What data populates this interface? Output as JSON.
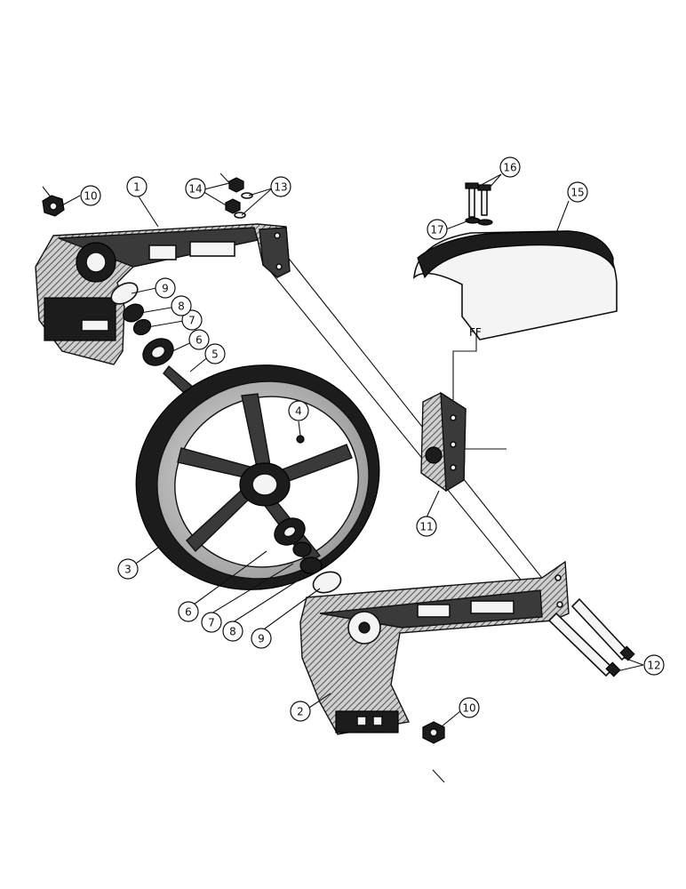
{
  "callouts": [
    {
      "id": "c1",
      "label": "1"
    },
    {
      "id": "c2",
      "label": "2"
    },
    {
      "id": "c3",
      "label": "3"
    },
    {
      "id": "c4",
      "label": "4"
    },
    {
      "id": "c5",
      "label": "5"
    },
    {
      "id": "c6a",
      "label": "6"
    },
    {
      "id": "c6b",
      "label": "6"
    },
    {
      "id": "c7a",
      "label": "7"
    },
    {
      "id": "c7b",
      "label": "7"
    },
    {
      "id": "c8a",
      "label": "8"
    },
    {
      "id": "c8b",
      "label": "8"
    },
    {
      "id": "c9a",
      "label": "9"
    },
    {
      "id": "c9b",
      "label": "9"
    },
    {
      "id": "c10a",
      "label": "10"
    },
    {
      "id": "c10b",
      "label": "10"
    },
    {
      "id": "c11",
      "label": "11"
    },
    {
      "id": "c12",
      "label": "12"
    },
    {
      "id": "c13",
      "label": "13"
    },
    {
      "id": "c14",
      "label": "14"
    },
    {
      "id": "c15",
      "label": "15"
    },
    {
      "id": "c16",
      "label": "16"
    },
    {
      "id": "c17",
      "label": "17"
    }
  ],
  "cover_marking": "FF"
}
